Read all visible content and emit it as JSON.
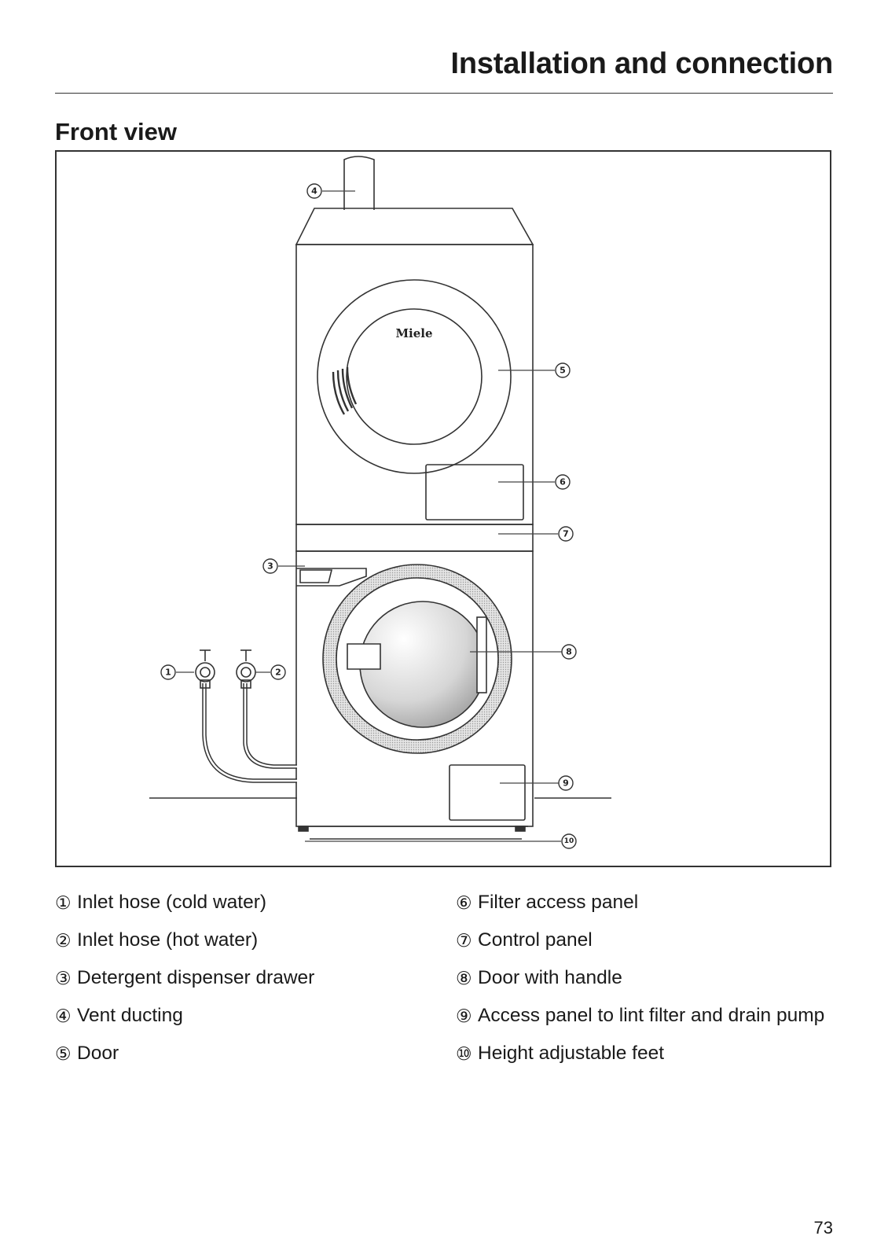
{
  "header": {
    "title": "Installation and connection"
  },
  "section": {
    "heading": "Front view"
  },
  "figure": {
    "brand_label": "Miele",
    "callouts": [
      "4",
      "5",
      "6",
      "7",
      "3",
      "8",
      "1",
      "2",
      "9",
      "10"
    ]
  },
  "legend": {
    "left": [
      {
        "num": "①",
        "text": "Inlet hose (cold water)"
      },
      {
        "num": "②",
        "text": "Inlet hose (hot water)"
      },
      {
        "num": "③",
        "text": "Detergent dispenser drawer"
      },
      {
        "num": "④",
        "text": "Vent ducting"
      },
      {
        "num": "⑤",
        "text": "Door"
      }
    ],
    "right": [
      {
        "num": "⑥",
        "text": "Filter access panel"
      },
      {
        "num": "⑦",
        "text": "Control panel"
      },
      {
        "num": "⑧",
        "text": "Door with handle"
      },
      {
        "num": "⑨",
        "text": "Access panel to lint filter and drain pump"
      },
      {
        "num": "⑩",
        "text": "Height adjustable feet"
      }
    ]
  },
  "footer": {
    "page_number": "73"
  },
  "colors": {
    "ink": "#1a1a1a",
    "line": "#333333",
    "drum_shade": "#bdbdbd"
  }
}
